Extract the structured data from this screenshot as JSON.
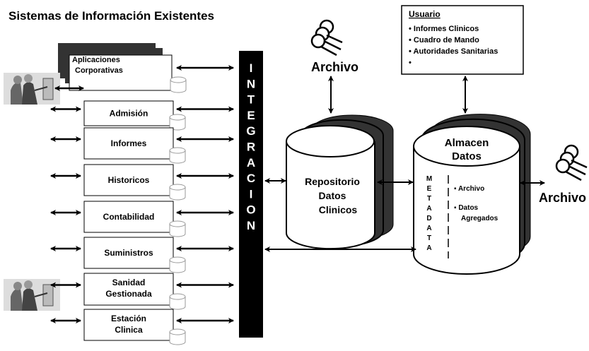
{
  "title": "Sistemas de Información Existentes",
  "corporate": {
    "line1": "Aplicaciones",
    "line2": "Corporativas"
  },
  "systems": [
    {
      "line1": "Admisión"
    },
    {
      "line1": "Informes"
    },
    {
      "line1": "Historicos"
    },
    {
      "line1": "Contabilidad"
    },
    {
      "line1": "Suministros"
    },
    {
      "line1": "Sanidad",
      "line2": "Gestionada"
    },
    {
      "line1": "Estación",
      "line2": "Clinica"
    }
  ],
  "integration_letters": [
    "I",
    "N",
    "T",
    "E",
    "G",
    "R",
    "A",
    "C",
    "I",
    "O",
    "N"
  ],
  "archivo_top": "Archivo",
  "archivo_right": "Archivo",
  "repositorio": {
    "line1": "Repositorio",
    "line2": "Datos",
    "line3": "Clinicos"
  },
  "almacen": {
    "line1": "Almacen",
    "line2": "Datos",
    "metadata_letters": [
      "M",
      "E",
      "T",
      "A",
      "D",
      "A",
      "T",
      "A"
    ],
    "bullet1": "Archivo",
    "bullet2a": "Datos",
    "bullet2b": "Agregados"
  },
  "usuario": {
    "heading": "Usuario",
    "items": [
      "Informes Clinicos",
      "Cuadro de Mando",
      "Autoridades Sanitarias",
      ""
    ]
  },
  "icons": {
    "users": "people-at-computer-icon",
    "archive": "archive-person-icon"
  },
  "colors": {
    "dark": "#333333",
    "line": "#000000"
  }
}
